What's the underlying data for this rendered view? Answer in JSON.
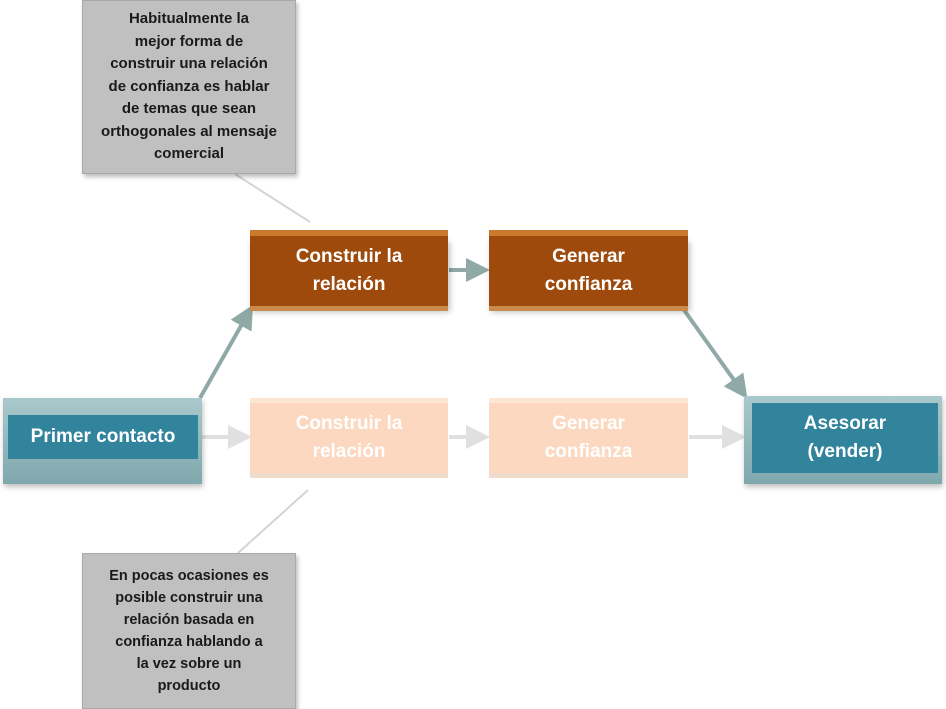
{
  "callouts": {
    "top": "Habitualmente la\nmejor forma de\nconstruir una relación\nde confianza es hablar\nde temas que sean\northogonales al mensaje\ncomercial",
    "bottom": "En pocas ocasiones es\nposible construir una\nrelación basada en\nconfianza hablando  a\nla vez sobre un\nproducto"
  },
  "nodes": {
    "primer_contacto": "Primer contacto",
    "construir_top": "Construir la\nrelación",
    "generar_top": "Generar\nconfianza",
    "construir_bottom": "Construir la\nrelación",
    "generar_bottom": "Generar\nconfianza",
    "asesorar": "Asesorar\n(vender)"
  },
  "colors": {
    "brown": "#9e4a0c",
    "faded": "#fbd8bf",
    "teal": "#31849b",
    "callout_gray": "#c0c0c0",
    "arrow_dark": "#8fa9a6",
    "arrow_light": "#e2e2e2"
  }
}
